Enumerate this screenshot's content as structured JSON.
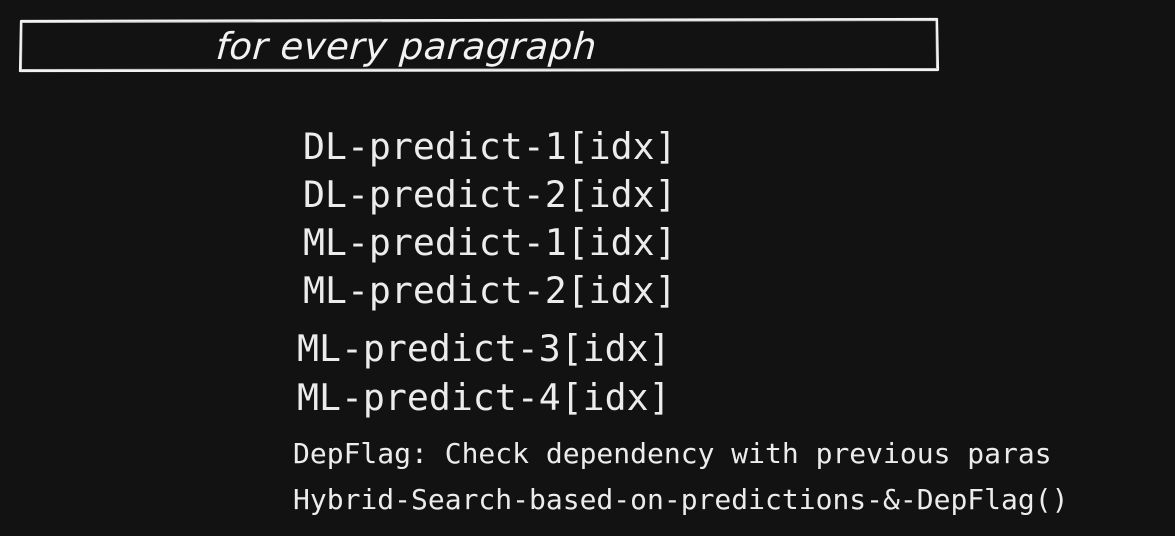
{
  "header": {
    "text": "for every paragraph"
  },
  "predictions": [
    "DL-predict-1[idx]",
    "DL-predict-2[idx]",
    "ML-predict-1[idx]",
    "ML-predict-2[idx]",
    "ML-predict-3[idx]",
    "ML-predict-4[idx]"
  ],
  "steps": [
    "DepFlag: Check dependency with previous paras",
    "Hybrid-Search-based-on-predictions-&-DepFlag()"
  ],
  "colors": {
    "background": "#121212",
    "foreground": "#ececec"
  }
}
